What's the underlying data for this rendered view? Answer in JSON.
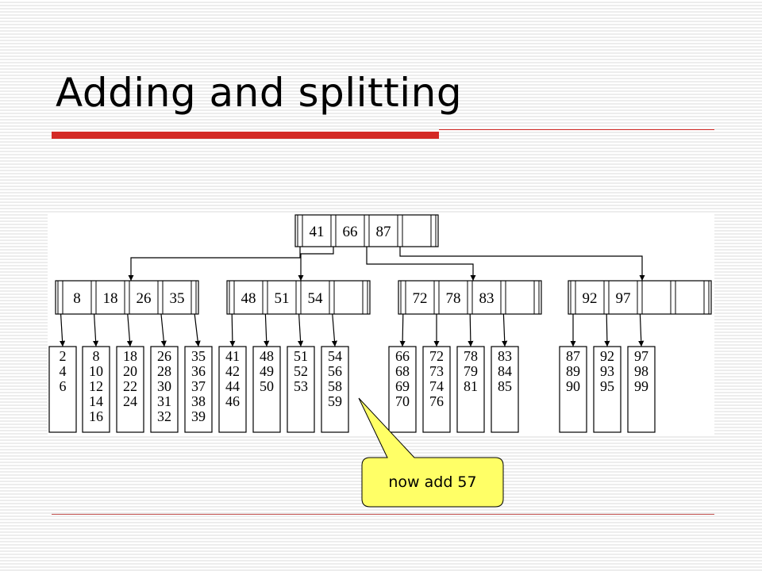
{
  "slide": {
    "title": "Adding and splitting",
    "accent_color": "#d42a26"
  },
  "tree": {
    "root": {
      "keys": [
        "41",
        "66",
        "87"
      ]
    },
    "internal_nodes": [
      {
        "keys": [
          "8",
          "18",
          "26",
          "35"
        ]
      },
      {
        "keys": [
          "48",
          "51",
          "54"
        ]
      },
      {
        "keys": [
          "72",
          "78",
          "83"
        ]
      },
      {
        "keys": [
          "92",
          "97"
        ]
      }
    ],
    "leaves": [
      [
        "2",
        "4",
        "6"
      ],
      [
        "8",
        "10",
        "12",
        "14",
        "16"
      ],
      [
        "18",
        "20",
        "22",
        "24"
      ],
      [
        "26",
        "28",
        "30",
        "31",
        "32"
      ],
      [
        "35",
        "36",
        "37",
        "38",
        "39"
      ],
      [
        "41",
        "42",
        "44",
        "46"
      ],
      [
        "48",
        "49",
        "50"
      ],
      [
        "51",
        "52",
        "53"
      ],
      [
        "54",
        "56",
        "58",
        "59"
      ],
      [
        "66",
        "68",
        "69",
        "70"
      ],
      [
        "72",
        "73",
        "74",
        "76"
      ],
      [
        "78",
        "79",
        "81"
      ],
      [
        "83",
        "84",
        "85"
      ],
      [
        "87",
        "89",
        "90"
      ],
      [
        "92",
        "93",
        "95"
      ],
      [
        "97",
        "98",
        "99"
      ]
    ]
  },
  "callout": {
    "text": "now add 57",
    "fill_color": "#ffff66"
  }
}
